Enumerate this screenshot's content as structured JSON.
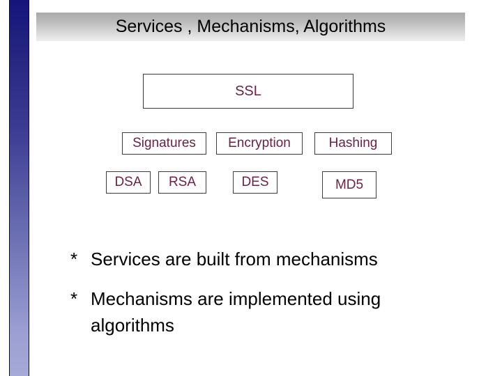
{
  "slide": {
    "title": "Services , Mechanisms, Algorithms",
    "accent_color": "#6b2045",
    "sidebar_gradient_top": "#14147d",
    "sidebar_gradient_bottom": "#a6aad8",
    "banner_gradient_top": "#a9a9a9",
    "banner_gradient_bottom": "#ededed",
    "text_color": "#000000",
    "box_border_color": "#3a3a3a"
  },
  "diagram": {
    "service": {
      "label": "SSL"
    },
    "mechanisms": [
      {
        "label": "Signatures"
      },
      {
        "label": "Encryption"
      },
      {
        "label": "Hashing"
      }
    ],
    "algorithms": [
      {
        "label": "DSA"
      },
      {
        "label": "RSA"
      },
      {
        "label": "DES"
      },
      {
        "label": "MD5"
      }
    ]
  },
  "bullets": [
    {
      "marker": "*",
      "text": "Services are built from mechanisms"
    },
    {
      "marker": "*",
      "text": "Mechanisms are implemented using algorithms"
    }
  ]
}
